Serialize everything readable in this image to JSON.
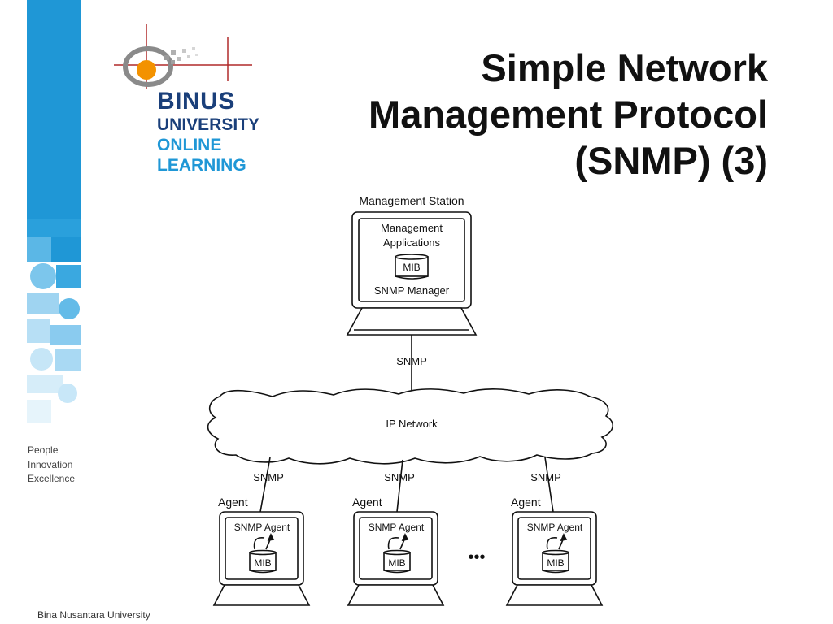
{
  "slide": {
    "title_lines": [
      "Simple Network",
      "Management Protocol",
      "(SNMP) (3)"
    ],
    "footer": "Bina Nusantara University"
  },
  "logo": {
    "line1": "BINUS",
    "line2": "UNIVERSITY",
    "line3": "ONLINE",
    "line4": "LEARNING",
    "colors": {
      "navy": "#1a3f7a",
      "blue": "#1f97d6",
      "orange": "#f39200"
    }
  },
  "motto": [
    "People",
    "Innovation",
    "Excellence"
  ],
  "diagram": {
    "station_label": "Management Station",
    "mgmt_apps_line1": "Management",
    "mgmt_apps_line2": "Applications",
    "station_mib": "MIB",
    "snmp_manager": "SNMP Manager",
    "top_link": "SNMP",
    "network": "IP Network",
    "ellipsis": "•••",
    "agents": [
      {
        "link": "SNMP",
        "label": "Agent",
        "title": "SNMP Agent",
        "mib": "MIB"
      },
      {
        "link": "SNMP",
        "label": "Agent",
        "title": "SNMP Agent",
        "mib": "MIB"
      },
      {
        "link": "SNMP",
        "label": "Agent",
        "title": "SNMP Agent",
        "mib": "MIB"
      }
    ]
  }
}
